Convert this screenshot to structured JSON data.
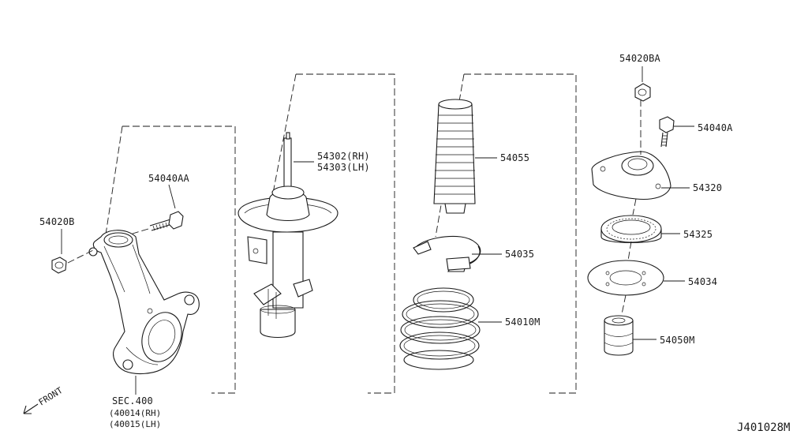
{
  "labels": {
    "p54020b": "54020B",
    "p54040aa": "54040AA",
    "strut_rh": "54302(RH)",
    "strut_lh": "54303(LH)",
    "p54055": "54055",
    "p54035": "54035",
    "p54010m": "54010M",
    "p54020ba": "54020BA",
    "p54040a": "54040A",
    "p54320": "54320",
    "p54325": "54325",
    "p54034": "54034",
    "p54050m": "54050M",
    "sec": "SEC.400",
    "knuckle_rh": "(40014(RH)",
    "knuckle_lh": "(40015(LH)",
    "front": "FRONT",
    "diagram_code": "J401028M"
  },
  "icons": {
    "front_arrow": "front-arrow-icon"
  }
}
